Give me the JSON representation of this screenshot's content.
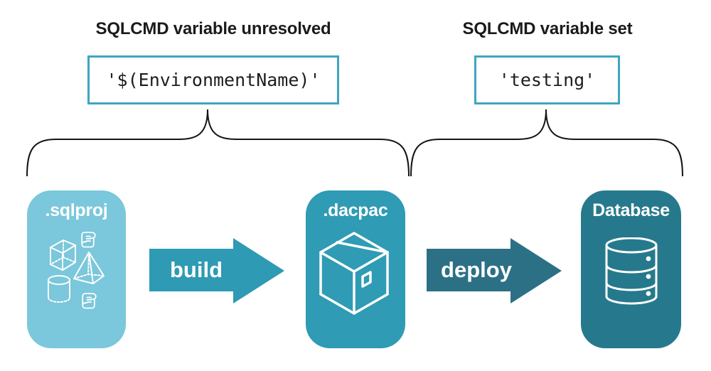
{
  "annotations": {
    "left": {
      "title": "SQLCMD variable unresolved",
      "value": "'$(EnvironmentName)'"
    },
    "right": {
      "title": "SQLCMD variable set",
      "value": "'testing'"
    }
  },
  "pipeline": {
    "nodes": [
      {
        "id": "sqlproj",
        "label": ".sqlproj",
        "color": "#7BC7DB",
        "icon": "sql-project-objects-icon"
      },
      {
        "id": "dacpac",
        "label": ".dacpac",
        "color": "#2F9BB4",
        "icon": "package-icon"
      },
      {
        "id": "database",
        "label": "Database",
        "color": "#26798C",
        "icon": "database-icon"
      }
    ],
    "arrows": [
      {
        "id": "build",
        "label": "build",
        "color": "#2F9AB4"
      },
      {
        "id": "deploy",
        "label": "deploy",
        "color": "#2C7086"
      }
    ]
  },
  "styles": {
    "code_box_border": "#3FA5C1",
    "brace_color": "#141414",
    "heading_color": "#1b1b1b",
    "background": "#ffffff"
  }
}
